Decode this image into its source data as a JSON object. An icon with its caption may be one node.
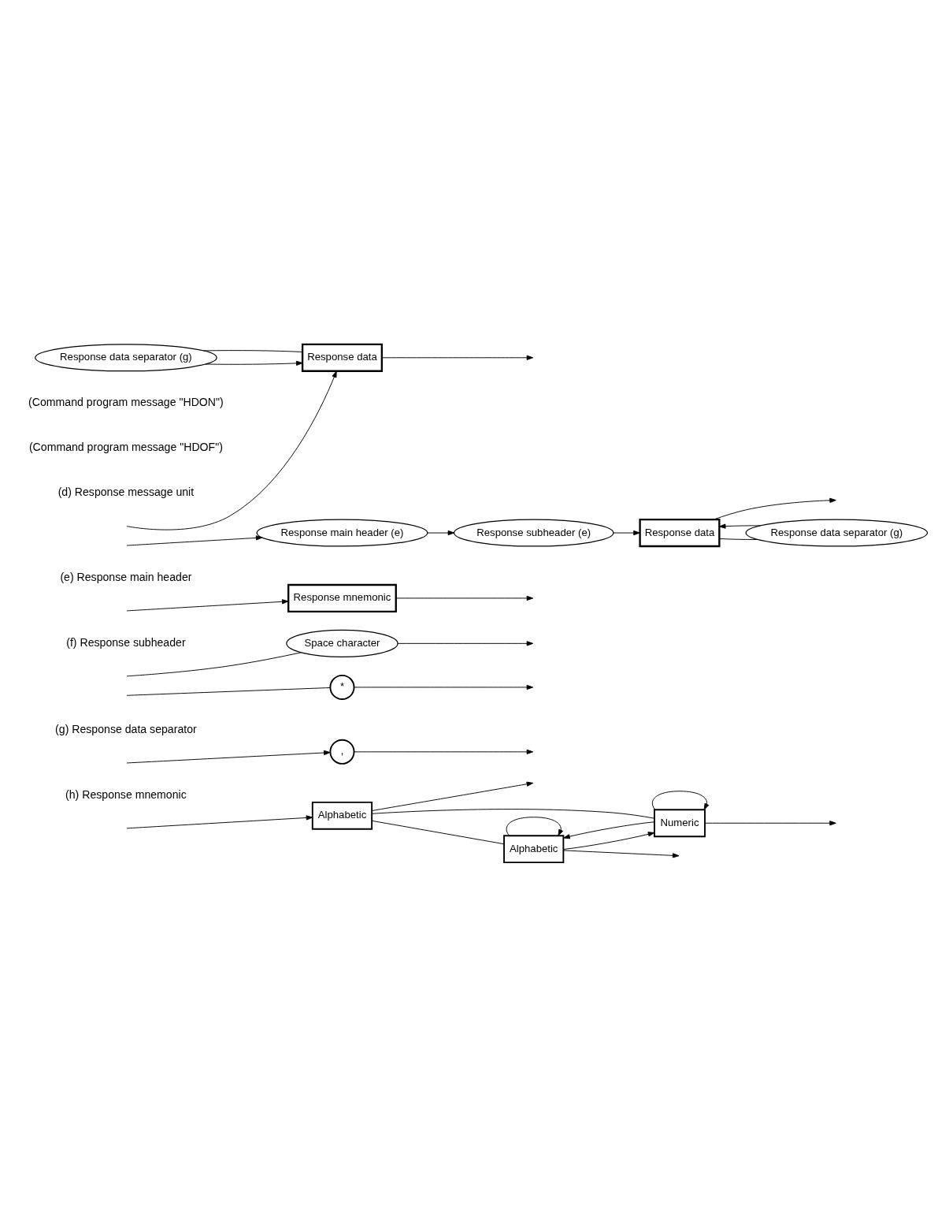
{
  "diagram": {
    "nodes": [
      {
        "text": [
          "Response main header (e)"
        ]
      },
      {
        "text": [
          "Response subheader (e)"
        ]
      },
      {
        "text": [
          "Response data separator (g)"
        ]
      },
      {
        "text": [
          "Response data"
        ]
      },
      {
        "text": [
          "Response data separator (g)"
        ]
      },
      {
        "text": [
          "Response data"
        ]
      },
      {
        "text": [
          "Response mnemonic"
        ]
      },
      {
        "text": [
          "Space character"
        ]
      },
      {
        "text": [
          "*"
        ]
      },
      {
        "text": [
          ","
        ]
      },
      {
        "text": [
          "Alphabetic"
        ]
      },
      {
        "text": [
          "Alphabetic"
        ]
      },
      {
        "text": [
          "Numeric"
        ]
      }
    ],
    "edges": [
      {
        "from": null,
        "to": 0,
        "arrow": "to"
      },
      {
        "from": 0,
        "to": 1,
        "arrow": "to"
      },
      {
        "from": 1,
        "to": 3,
        "arrow": "to"
      },
      {
        "from": 3,
        "to": 2,
        "arrow": "none"
      },
      {
        "from": 2,
        "to": 3,
        "arrow": "to"
      },
      {
        "from": 3,
        "to": null,
        "arrow": "to"
      },
      {
        "from": null,
        "to": 5,
        "arrow": "to"
      },
      {
        "from": 5,
        "to": 4,
        "arrow": "none"
      },
      {
        "from": 4,
        "to": 5,
        "arrow": "to"
      },
      {
        "from": 5,
        "to": null,
        "arrow": "to"
      },
      {
        "from": null,
        "to": 6,
        "arrow": "to"
      },
      {
        "from": 6,
        "to": null,
        "arrow": "to"
      },
      {
        "from": null,
        "to": 7,
        "arrow": "none"
      },
      {
        "from": null,
        "to": 8,
        "arrow": "none"
      },
      {
        "from": 7,
        "to": null,
        "arrow": "to"
      },
      {
        "from": 8,
        "to": null,
        "arrow": "to"
      },
      {
        "from": null,
        "to": 9,
        "arrow": "to"
      },
      {
        "from": 9,
        "to": null,
        "arrow": "to"
      },
      {
        "from": null,
        "to": 10,
        "arrow": "to"
      },
      {
        "from": 10,
        "to": 11,
        "arrow": "none"
      },
      {
        "from": 10,
        "to": 12,
        "arrow": "none"
      },
      {
        "from": 11,
        "to": 11,
        "arrow": "to"
      },
      {
        "from": 11,
        "to": 12,
        "arrow": "to"
      },
      {
        "from": 12,
        "to": 11,
        "arrow": "to"
      },
      {
        "from": 12,
        "to": 12,
        "arrow": "to"
      },
      {
        "from": 10,
        "to": null,
        "arrow": "to"
      },
      {
        "from": 11,
        "to": null,
        "arrow": "to"
      },
      {
        "from": 12,
        "to": null,
        "arrow": "to"
      }
    ],
    "labels": [
      "(Command program message \"HDON\")",
      "(Command program message \"HDOF\")",
      "(d) Response message unit",
      "(e) Response main header",
      "(f) Response subheader",
      "(g) Response data separator",
      "(h) Response mnemonic"
    ]
  }
}
